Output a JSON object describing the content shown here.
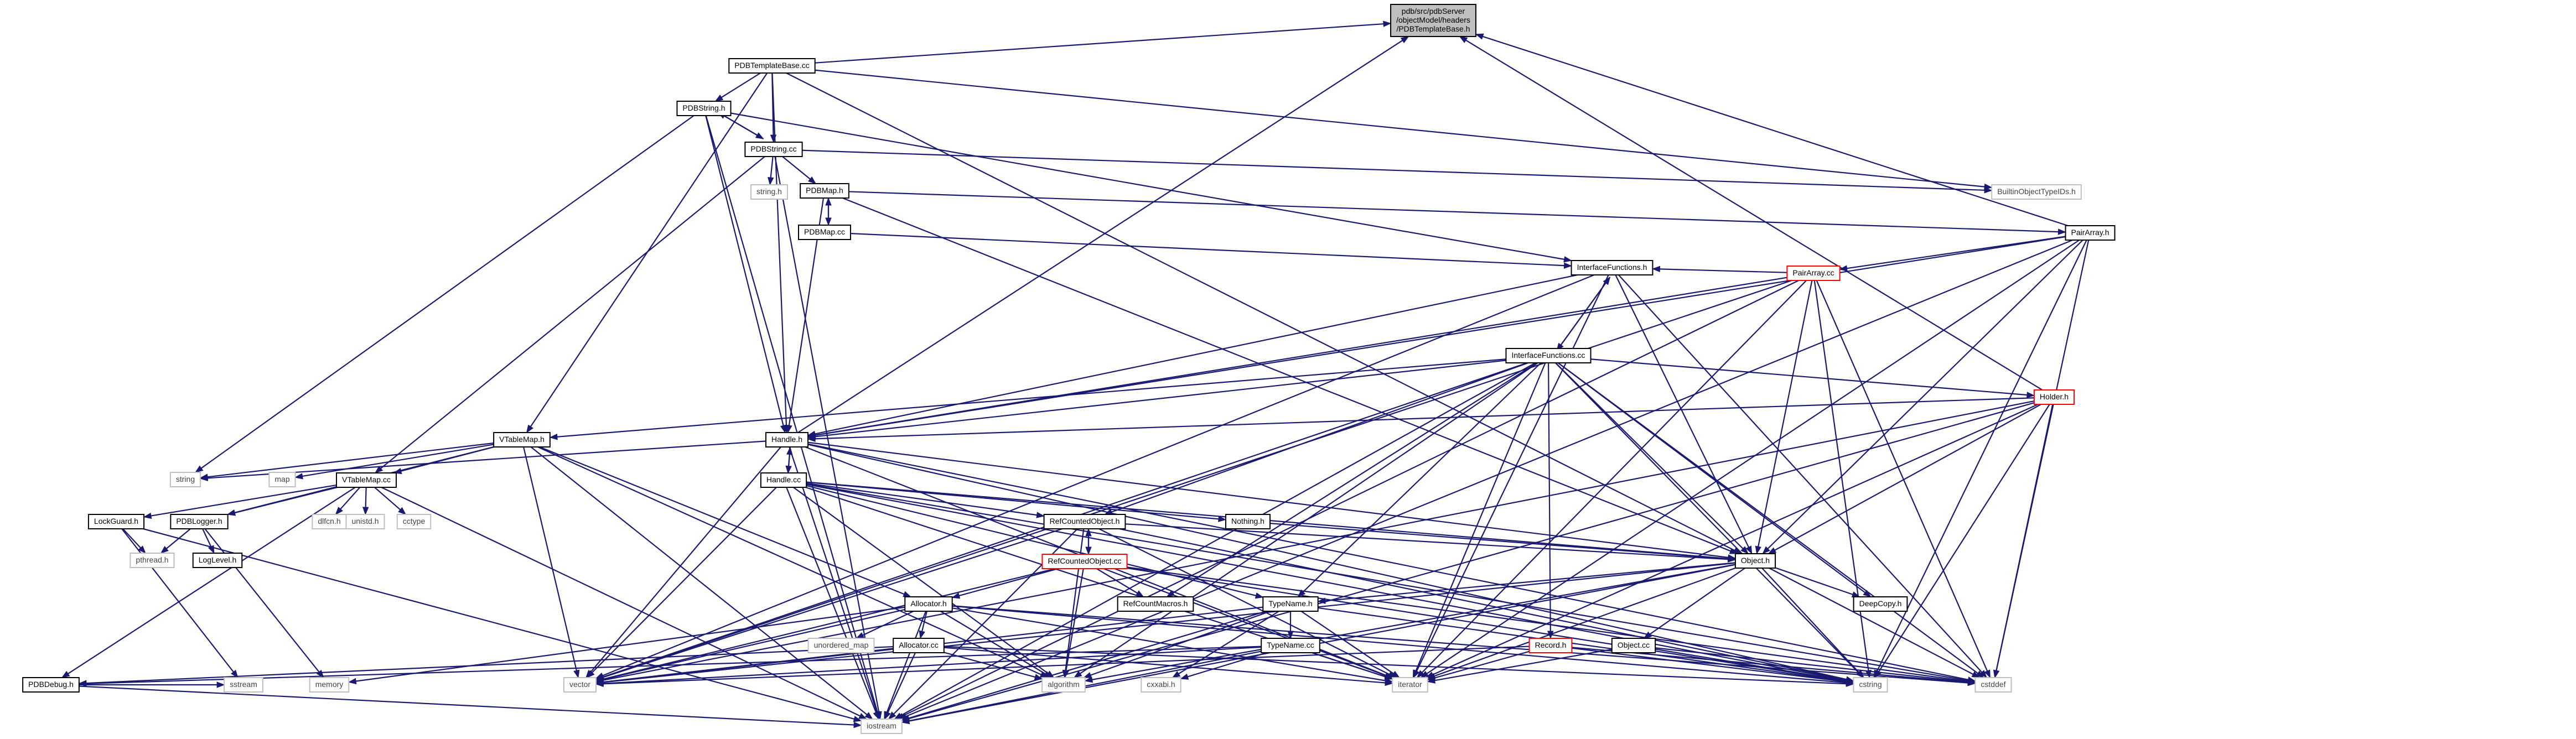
{
  "diagram": {
    "nodes": [
      {
        "id": "base",
        "lines": [
          "pdb/src/pdbServer",
          "/objectModel/headers",
          "/PDBTemplateBase.h"
        ],
        "kind": "current"
      },
      {
        "id": "tbcc",
        "lines": [
          "PDBTemplateBase.cc"
        ],
        "kind": "normal"
      },
      {
        "id": "strh",
        "lines": [
          "PDBString.h"
        ],
        "kind": "normal"
      },
      {
        "id": "strcc",
        "lines": [
          "PDBString.cc"
        ],
        "kind": "normal"
      },
      {
        "id": "builtin",
        "lines": [
          "BuiltinObjectTypeIDs.h"
        ],
        "kind": "external"
      },
      {
        "id": "stringh",
        "lines": [
          "string.h"
        ],
        "kind": "external"
      },
      {
        "id": "maph",
        "lines": [
          "PDBMap.h"
        ],
        "kind": "normal"
      },
      {
        "id": "mapcc",
        "lines": [
          "PDBMap.cc"
        ],
        "kind": "normal"
      },
      {
        "id": "pairh",
        "lines": [
          "PairArray.h"
        ],
        "kind": "normal"
      },
      {
        "id": "paircc",
        "lines": [
          "PairArray.cc"
        ],
        "kind": "incomplete"
      },
      {
        "id": "ifh",
        "lines": [
          "InterfaceFunctions.h"
        ],
        "kind": "normal"
      },
      {
        "id": "ifcc",
        "lines": [
          "InterfaceFunctions.cc"
        ],
        "kind": "normal"
      },
      {
        "id": "holder",
        "lines": [
          "Holder.h"
        ],
        "kind": "incomplete"
      },
      {
        "id": "vtmh",
        "lines": [
          "VTableMap.h"
        ],
        "kind": "normal"
      },
      {
        "id": "handleh",
        "lines": [
          "Handle.h"
        ],
        "kind": "normal"
      },
      {
        "id": "handlecc",
        "lines": [
          "Handle.cc"
        ],
        "kind": "normal"
      },
      {
        "id": "strg",
        "lines": [
          "string"
        ],
        "kind": "external"
      },
      {
        "id": "map",
        "lines": [
          "map"
        ],
        "kind": "external"
      },
      {
        "id": "vtmcc",
        "lines": [
          "VTableMap.cc"
        ],
        "kind": "normal"
      },
      {
        "id": "dlfcn",
        "lines": [
          "dlfcn.h"
        ],
        "kind": "external"
      },
      {
        "id": "unistd",
        "lines": [
          "unistd.h"
        ],
        "kind": "external"
      },
      {
        "id": "cctype",
        "lines": [
          "cctype"
        ],
        "kind": "external"
      },
      {
        "id": "lockg",
        "lines": [
          "LockGuard.h"
        ],
        "kind": "normal"
      },
      {
        "id": "logger",
        "lines": [
          "PDBLogger.h"
        ],
        "kind": "normal"
      },
      {
        "id": "pthread",
        "lines": [
          "pthread.h"
        ],
        "kind": "external"
      },
      {
        "id": "loglvl",
        "lines": [
          "LogLevel.h"
        ],
        "kind": "normal"
      },
      {
        "id": "nothing",
        "lines": [
          "Nothing.h"
        ],
        "kind": "normal"
      },
      {
        "id": "rcoh",
        "lines": [
          "RefCountedObject.h"
        ],
        "kind": "normal"
      },
      {
        "id": "rcocc",
        "lines": [
          "RefCountedObject.cc"
        ],
        "kind": "incomplete"
      },
      {
        "id": "objh",
        "lines": [
          "Object.h"
        ],
        "kind": "normal"
      },
      {
        "id": "deepcopy",
        "lines": [
          "DeepCopy.h"
        ],
        "kind": "normal"
      },
      {
        "id": "objcc",
        "lines": [
          "Object.cc"
        ],
        "kind": "normal"
      },
      {
        "id": "rcmacro",
        "lines": [
          "RefCountMacros.h"
        ],
        "kind": "normal"
      },
      {
        "id": "typenh",
        "lines": [
          "TypeName.h"
        ],
        "kind": "normal"
      },
      {
        "id": "typencc",
        "lines": [
          "TypeName.cc"
        ],
        "kind": "normal"
      },
      {
        "id": "allocch",
        "lines": [
          "Allocator.h"
        ],
        "kind": "normal"
      },
      {
        "id": "alloccc",
        "lines": [
          "Allocator.cc"
        ],
        "kind": "normal"
      },
      {
        "id": "umap",
        "lines": [
          "unordered_map"
        ],
        "kind": "external"
      },
      {
        "id": "recordh",
        "lines": [
          "Record.h"
        ],
        "kind": "incomplete"
      },
      {
        "id": "cxxabi",
        "lines": [
          "cxxabi.h"
        ],
        "kind": "external"
      },
      {
        "id": "dbg",
        "lines": [
          "PDBDebug.h"
        ],
        "kind": "normal"
      },
      {
        "id": "sstream",
        "lines": [
          "sstream"
        ],
        "kind": "external"
      },
      {
        "id": "memory",
        "lines": [
          "memory"
        ],
        "kind": "external"
      },
      {
        "id": "vector",
        "lines": [
          "vector"
        ],
        "kind": "external"
      },
      {
        "id": "algorithm",
        "lines": [
          "algorithm"
        ],
        "kind": "external"
      },
      {
        "id": "iterator",
        "lines": [
          "iterator"
        ],
        "kind": "external"
      },
      {
        "id": "cstring",
        "lines": [
          "cstring"
        ],
        "kind": "external"
      },
      {
        "id": "cstddef",
        "lines": [
          "cstddef"
        ],
        "kind": "external"
      },
      {
        "id": "iostream",
        "lines": [
          "iostream"
        ],
        "kind": "external"
      }
    ],
    "edges": [
      [
        "tbcc",
        "base"
      ],
      [
        "pairh",
        "base"
      ],
      [
        "holder",
        "base"
      ],
      [
        "handleh",
        "base"
      ],
      [
        "tbcc",
        "strh"
      ],
      [
        "tbcc",
        "strcc"
      ],
      [
        "tbcc",
        "builtin"
      ],
      [
        "tbcc",
        "vtmh"
      ],
      [
        "tbcc",
        "handleh"
      ],
      [
        "tbcc",
        "objh"
      ],
      [
        "strh",
        "strcc"
      ],
      [
        "strcc",
        "strh"
      ],
      [
        "strh",
        "strg"
      ],
      [
        "strh",
        "iostream"
      ],
      [
        "strh",
        "handleh"
      ],
      [
        "strh",
        "ifh"
      ],
      [
        "strcc",
        "stringh"
      ],
      [
        "strcc",
        "maph"
      ],
      [
        "strcc",
        "builtin"
      ],
      [
        "strcc",
        "iostream"
      ],
      [
        "strcc",
        "vtmcc"
      ],
      [
        "maph",
        "mapcc"
      ],
      [
        "mapcc",
        "maph"
      ],
      [
        "maph",
        "pairh"
      ],
      [
        "maph",
        "handleh"
      ],
      [
        "maph",
        "objh"
      ],
      [
        "mapcc",
        "ifh"
      ],
      [
        "pairh",
        "paircc"
      ],
      [
        "pairh",
        "objh"
      ],
      [
        "pairh",
        "handleh"
      ],
      [
        "pairh",
        "cstddef"
      ],
      [
        "pairh",
        "iostream"
      ],
      [
        "pairh",
        "cstring"
      ],
      [
        "pairh",
        "iterator"
      ],
      [
        "paircc",
        "ifh"
      ],
      [
        "paircc",
        "objh"
      ],
      [
        "paircc",
        "handleh"
      ],
      [
        "paircc",
        "iterator"
      ],
      [
        "paircc",
        "cstring"
      ],
      [
        "paircc",
        "cstddef"
      ],
      [
        "paircc",
        "iostream"
      ],
      [
        "paircc",
        "vector"
      ],
      [
        "ifh",
        "ifcc"
      ],
      [
        "ifcc",
        "ifh"
      ],
      [
        "ifh",
        "objh"
      ],
      [
        "ifh",
        "handleh"
      ],
      [
        "ifh",
        "vector"
      ],
      [
        "ifh",
        "iterator"
      ],
      [
        "ifh",
        "cstddef"
      ],
      [
        "ifcc",
        "holder"
      ],
      [
        "ifcc",
        "handleh"
      ],
      [
        "ifcc",
        "vtmh"
      ],
      [
        "ifcc",
        "rcoh"
      ],
      [
        "ifcc",
        "objh"
      ],
      [
        "ifcc",
        "typenh"
      ],
      [
        "ifcc",
        "recordh"
      ],
      [
        "ifcc",
        "deepcopy"
      ],
      [
        "ifcc",
        "iterator"
      ],
      [
        "ifcc",
        "cstring"
      ],
      [
        "ifcc",
        "algorithm"
      ],
      [
        "ifcc",
        "vector"
      ],
      [
        "ifcc",
        "iostream"
      ],
      [
        "ifcc",
        "rcmacro"
      ],
      [
        "ifcc",
        "cstddef"
      ],
      [
        "holder",
        "handleh"
      ],
      [
        "holder",
        "objh"
      ],
      [
        "holder",
        "cstddef"
      ],
      [
        "holder",
        "iostream"
      ],
      [
        "holder",
        "cstring"
      ],
      [
        "holder",
        "iterator"
      ],
      [
        "holder",
        "vector"
      ],
      [
        "vtmh",
        "vtmcc"
      ],
      [
        "vtmh",
        "strg"
      ],
      [
        "vtmh",
        "map"
      ],
      [
        "vtmh",
        "allocch"
      ],
      [
        "vtmh",
        "algorithm"
      ],
      [
        "vtmh",
        "vector"
      ],
      [
        "vtmh",
        "iostream"
      ],
      [
        "vtmh",
        "logger"
      ],
      [
        "handleh",
        "handlecc"
      ],
      [
        "handlecc",
        "handleh"
      ],
      [
        "handleh",
        "strg"
      ],
      [
        "handleh",
        "objh"
      ],
      [
        "handleh",
        "vector"
      ],
      [
        "handleh",
        "iterator"
      ],
      [
        "handleh",
        "cstring"
      ],
      [
        "handleh",
        "cstddef"
      ],
      [
        "handleh",
        "iostream"
      ],
      [
        "handlecc",
        "rcoh"
      ],
      [
        "handlecc",
        "nothing"
      ],
      [
        "handlecc",
        "typenh"
      ],
      [
        "handlecc",
        "objh"
      ],
      [
        "handlecc",
        "vector"
      ],
      [
        "handlecc",
        "algorithm"
      ],
      [
        "handlecc",
        "iterator"
      ],
      [
        "handlecc",
        "cstring"
      ],
      [
        "handlecc",
        "cstddef"
      ],
      [
        "handlecc",
        "iostream"
      ],
      [
        "vtmcc",
        "dlfcn"
      ],
      [
        "vtmcc",
        "unistd"
      ],
      [
        "vtmcc",
        "cctype"
      ],
      [
        "vtmcc",
        "lockg"
      ],
      [
        "vtmcc",
        "logger"
      ],
      [
        "vtmcc",
        "dbg"
      ],
      [
        "vtmcc",
        "iostream"
      ],
      [
        "lockg",
        "pthread"
      ],
      [
        "lockg",
        "iostream"
      ],
      [
        "lockg",
        "sstream"
      ],
      [
        "logger",
        "pthread"
      ],
      [
        "logger",
        "loglvl"
      ],
      [
        "logger",
        "memory"
      ],
      [
        "nothing",
        "objh"
      ],
      [
        "rcoh",
        "rcocc"
      ],
      [
        "rcocc",
        "rcoh"
      ],
      [
        "rcoh",
        "objh"
      ],
      [
        "rcoh",
        "algorithm"
      ],
      [
        "rcoh",
        "iostream"
      ],
      [
        "rcoh",
        "vector"
      ],
      [
        "rcoh",
        "iterator"
      ],
      [
        "rcoh",
        "cstring"
      ],
      [
        "rcocc",
        "allocch"
      ],
      [
        "rcocc",
        "rcmacro"
      ],
      [
        "rcocc",
        "vector"
      ],
      [
        "rcocc",
        "algorithm"
      ],
      [
        "rcocc",
        "iterator"
      ],
      [
        "rcocc",
        "cstring"
      ],
      [
        "rcocc",
        "cstddef"
      ],
      [
        "objh",
        "deepcopy"
      ],
      [
        "objh",
        "objcc"
      ],
      [
        "objh",
        "typenh"
      ],
      [
        "objh",
        "cstddef"
      ],
      [
        "objh",
        "cstring"
      ],
      [
        "objh",
        "iostream"
      ],
      [
        "objh",
        "vector"
      ],
      [
        "objh",
        "iterator"
      ],
      [
        "objh",
        "algorithm"
      ],
      [
        "objcc",
        "cstring"
      ],
      [
        "objcc",
        "cstddef"
      ],
      [
        "objcc",
        "iterator"
      ],
      [
        "typenh",
        "typencc"
      ],
      [
        "typenh",
        "cxxabi"
      ],
      [
        "typenh",
        "vector"
      ],
      [
        "typenh",
        "algorithm"
      ],
      [
        "typenh",
        "iostream"
      ],
      [
        "typenh",
        "iterator"
      ],
      [
        "typenh",
        "cstring"
      ],
      [
        "typencc",
        "cxxabi"
      ],
      [
        "typencc",
        "vector"
      ],
      [
        "typencc",
        "iostream"
      ],
      [
        "typencc",
        "iterator"
      ],
      [
        "typencc",
        "dbg"
      ],
      [
        "allocch",
        "umap"
      ],
      [
        "allocch",
        "alloccc"
      ],
      [
        "allocch",
        "vector"
      ],
      [
        "allocch",
        "algorithm"
      ],
      [
        "allocch",
        "iterator"
      ],
      [
        "allocch",
        "cstring"
      ],
      [
        "allocch",
        "cstddef"
      ],
      [
        "allocch",
        "iostream"
      ],
      [
        "allocch",
        "memory"
      ],
      [
        "alloccc",
        "vector"
      ],
      [
        "alloccc",
        "algorithm"
      ],
      [
        "alloccc",
        "iostream"
      ],
      [
        "alloccc",
        "iterator"
      ],
      [
        "alloccc",
        "cstring"
      ],
      [
        "alloccc",
        "dbg"
      ],
      [
        "recordh",
        "vector"
      ],
      [
        "recordh",
        "iterator"
      ],
      [
        "recordh",
        "cstring"
      ],
      [
        "recordh",
        "cstddef"
      ],
      [
        "dbg",
        "iostream"
      ],
      [
        "dbg",
        "sstream"
      ]
    ]
  }
}
